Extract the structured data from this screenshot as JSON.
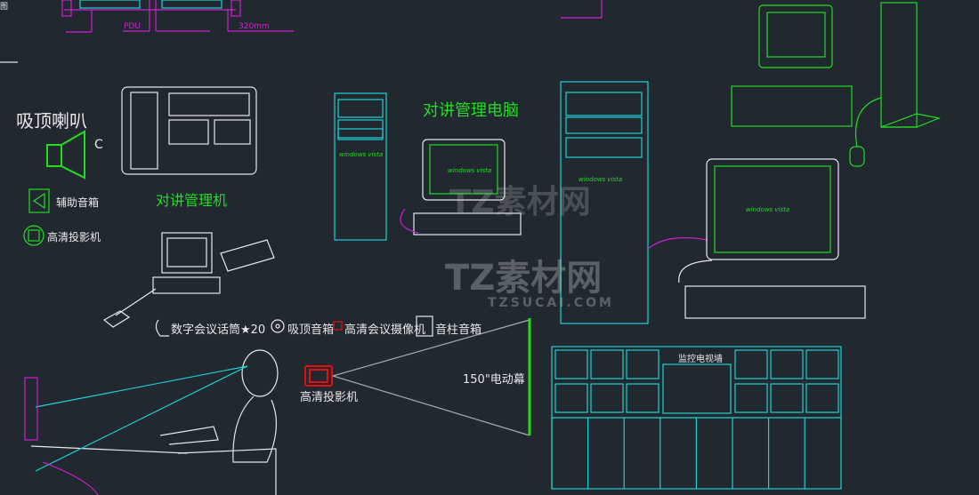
{
  "top_labels": {
    "pdu": "PDU",
    "dim": "320mm",
    "corner": "图"
  },
  "labels": {
    "ceiling_speaker": "吸顶喇叭",
    "aux_speaker": "辅助音箱",
    "hd_projector_left": "高清投影机",
    "intercom_manager": "对讲管理机",
    "intercom_pc": "对讲管理电脑",
    "mic": "数字会议话筒★20",
    "ceiling_box": "吸顶音箱",
    "camera": "高清会议摄像机",
    "column_speaker": "音柱音箱",
    "projector": "高清投影机",
    "screen": "150\"电动幕",
    "tv_wall": "监控电视墙",
    "vista1": "windows vista",
    "vista2": "windows vista",
    "vista3": "windows vista",
    "vista4": "windows vista"
  },
  "watermark": {
    "brand": "TZ素材网",
    "url": "TZSUCAI.COM"
  },
  "colors": {
    "bg": "#212830",
    "cyan": "#20d0d0",
    "green": "#22dd22",
    "magenta": "#d020d0",
    "red": "#e01010",
    "white": "#e8e8e8"
  }
}
